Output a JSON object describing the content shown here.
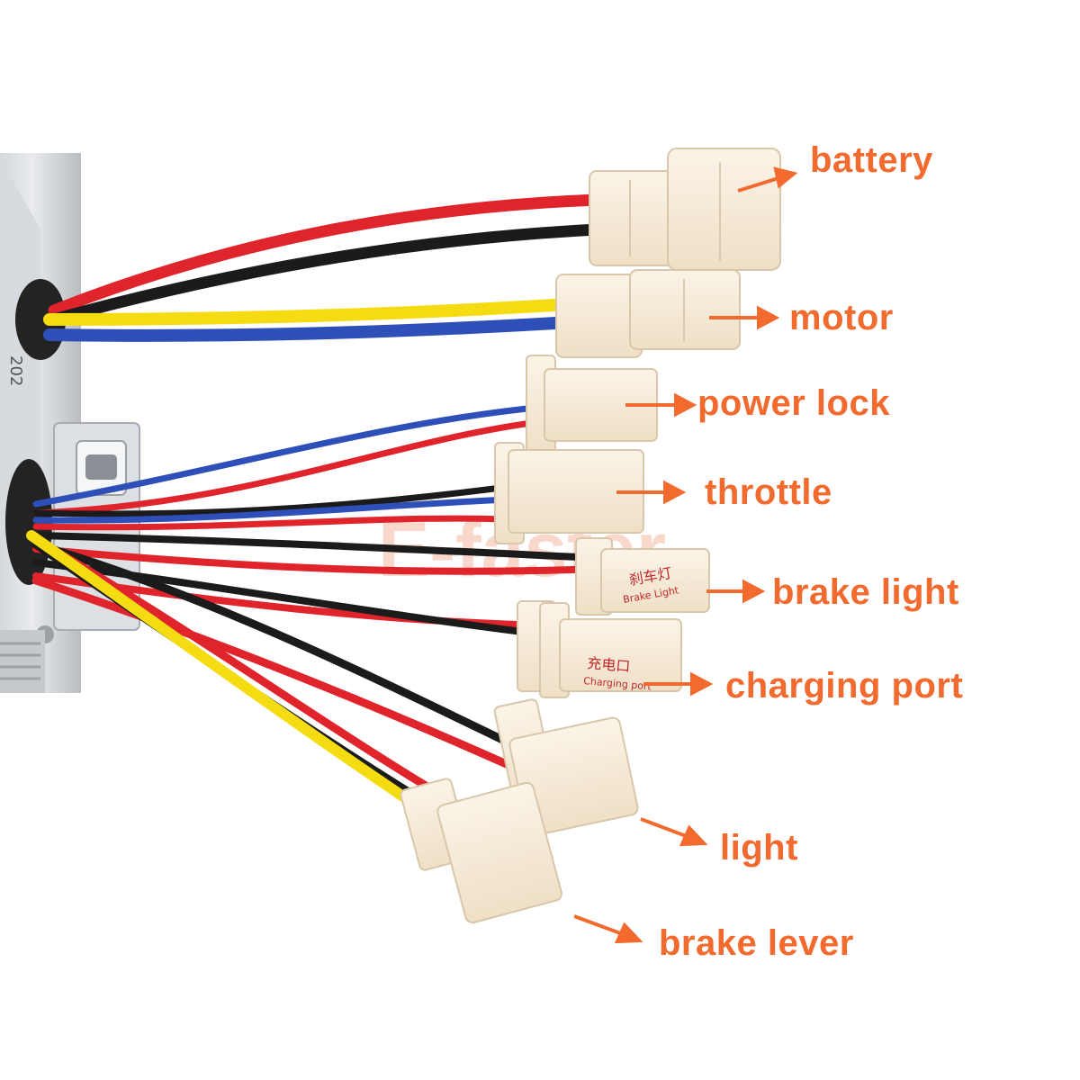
{
  "labels": {
    "battery": "battery",
    "motor": "motor",
    "power_lock": "power lock",
    "throttle": "throttle",
    "brake_light": "brake light",
    "charging_port": "charging port",
    "light": "light",
    "brake_lever": "brake lever"
  },
  "connector_tags": {
    "brake_light_cn": "刹车灯",
    "brake_light_en": "Brake Light",
    "charging_cn": "充电口",
    "charging_en": "Charging port"
  },
  "controller_text": "202",
  "watermark": "E-faster",
  "colors": {
    "label": "#f26a2e",
    "wire_red": "#e0242c",
    "wire_black": "#1b1b1b",
    "wire_yellow": "#f5dc12",
    "wire_blue": "#2f4fb8",
    "connector": "#f8ecd8"
  }
}
